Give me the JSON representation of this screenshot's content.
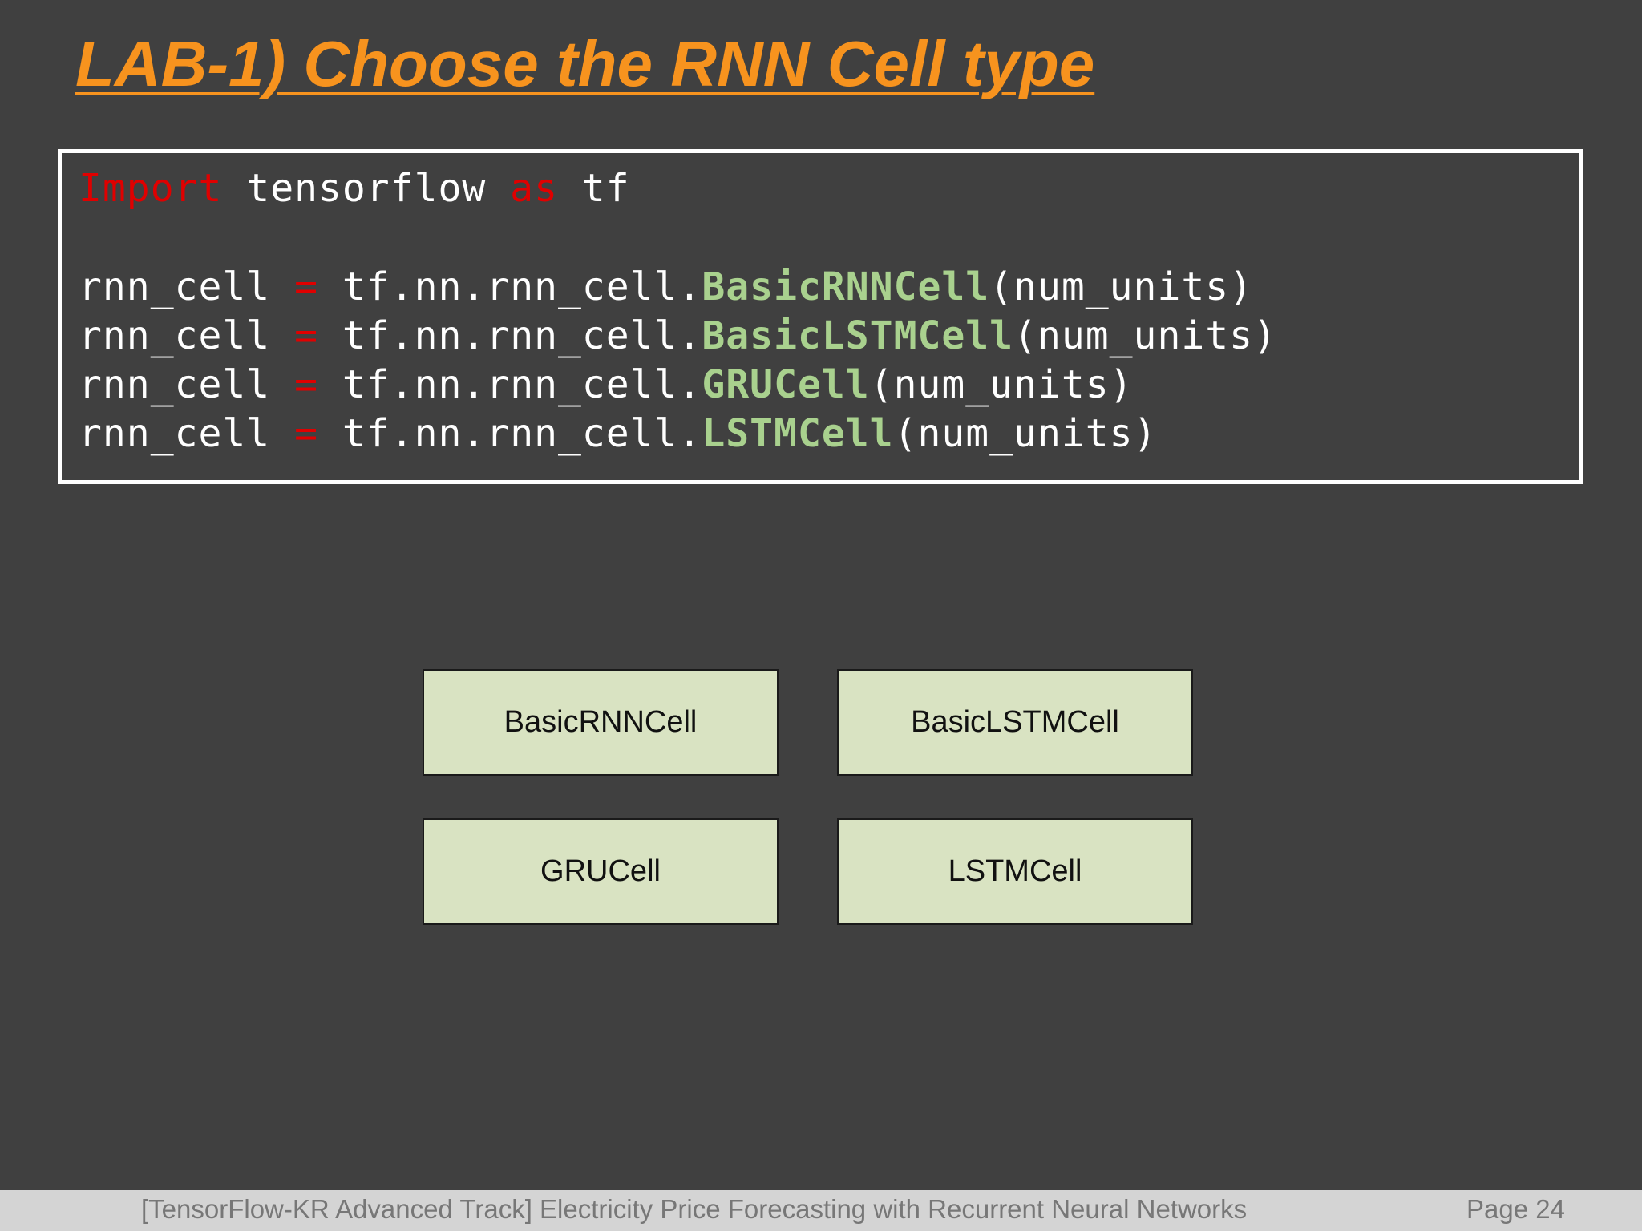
{
  "slide": {
    "title": "LAB-1) Choose the RNN Cell type"
  },
  "code": {
    "import_keyword": "Import",
    "import_module": " tensorflow ",
    "as_keyword": "as",
    "import_alias": " tf",
    "lines": [
      {
        "lhs": "rnn_cell ",
        "op": "=",
        "prefix": " tf.nn.rnn_cell.",
        "fn": "BasicRNNCell",
        "args": "(num_units)"
      },
      {
        "lhs": "rnn_cell ",
        "op": "=",
        "prefix": " tf.nn.rnn_cell.",
        "fn": "BasicLSTMCell",
        "args": "(num_units)"
      },
      {
        "lhs": "rnn_cell ",
        "op": "=",
        "prefix": " tf.nn.rnn_cell.",
        "fn": "GRUCell",
        "args": "(num_units)"
      },
      {
        "lhs": "rnn_cell ",
        "op": "=",
        "prefix": " tf.nn.rnn_cell.",
        "fn": "LSTMCell",
        "args": "(num_units)"
      }
    ]
  },
  "cells": [
    "BasicRNNCell",
    "BasicLSTMCell",
    "GRUCell",
    "LSTMCell"
  ],
  "footer": {
    "text": "[TensorFlow-KR Advanced Track] Electricity Price Forecasting with Recurrent Neural Networks",
    "page": "Page 24"
  },
  "colors": {
    "background": "#404040",
    "title": "#F7931E",
    "keyword": "#E00000",
    "function": "#A9D18E",
    "cell_fill": "#D9E3C2",
    "footer_bar": "#D4D4D4"
  }
}
